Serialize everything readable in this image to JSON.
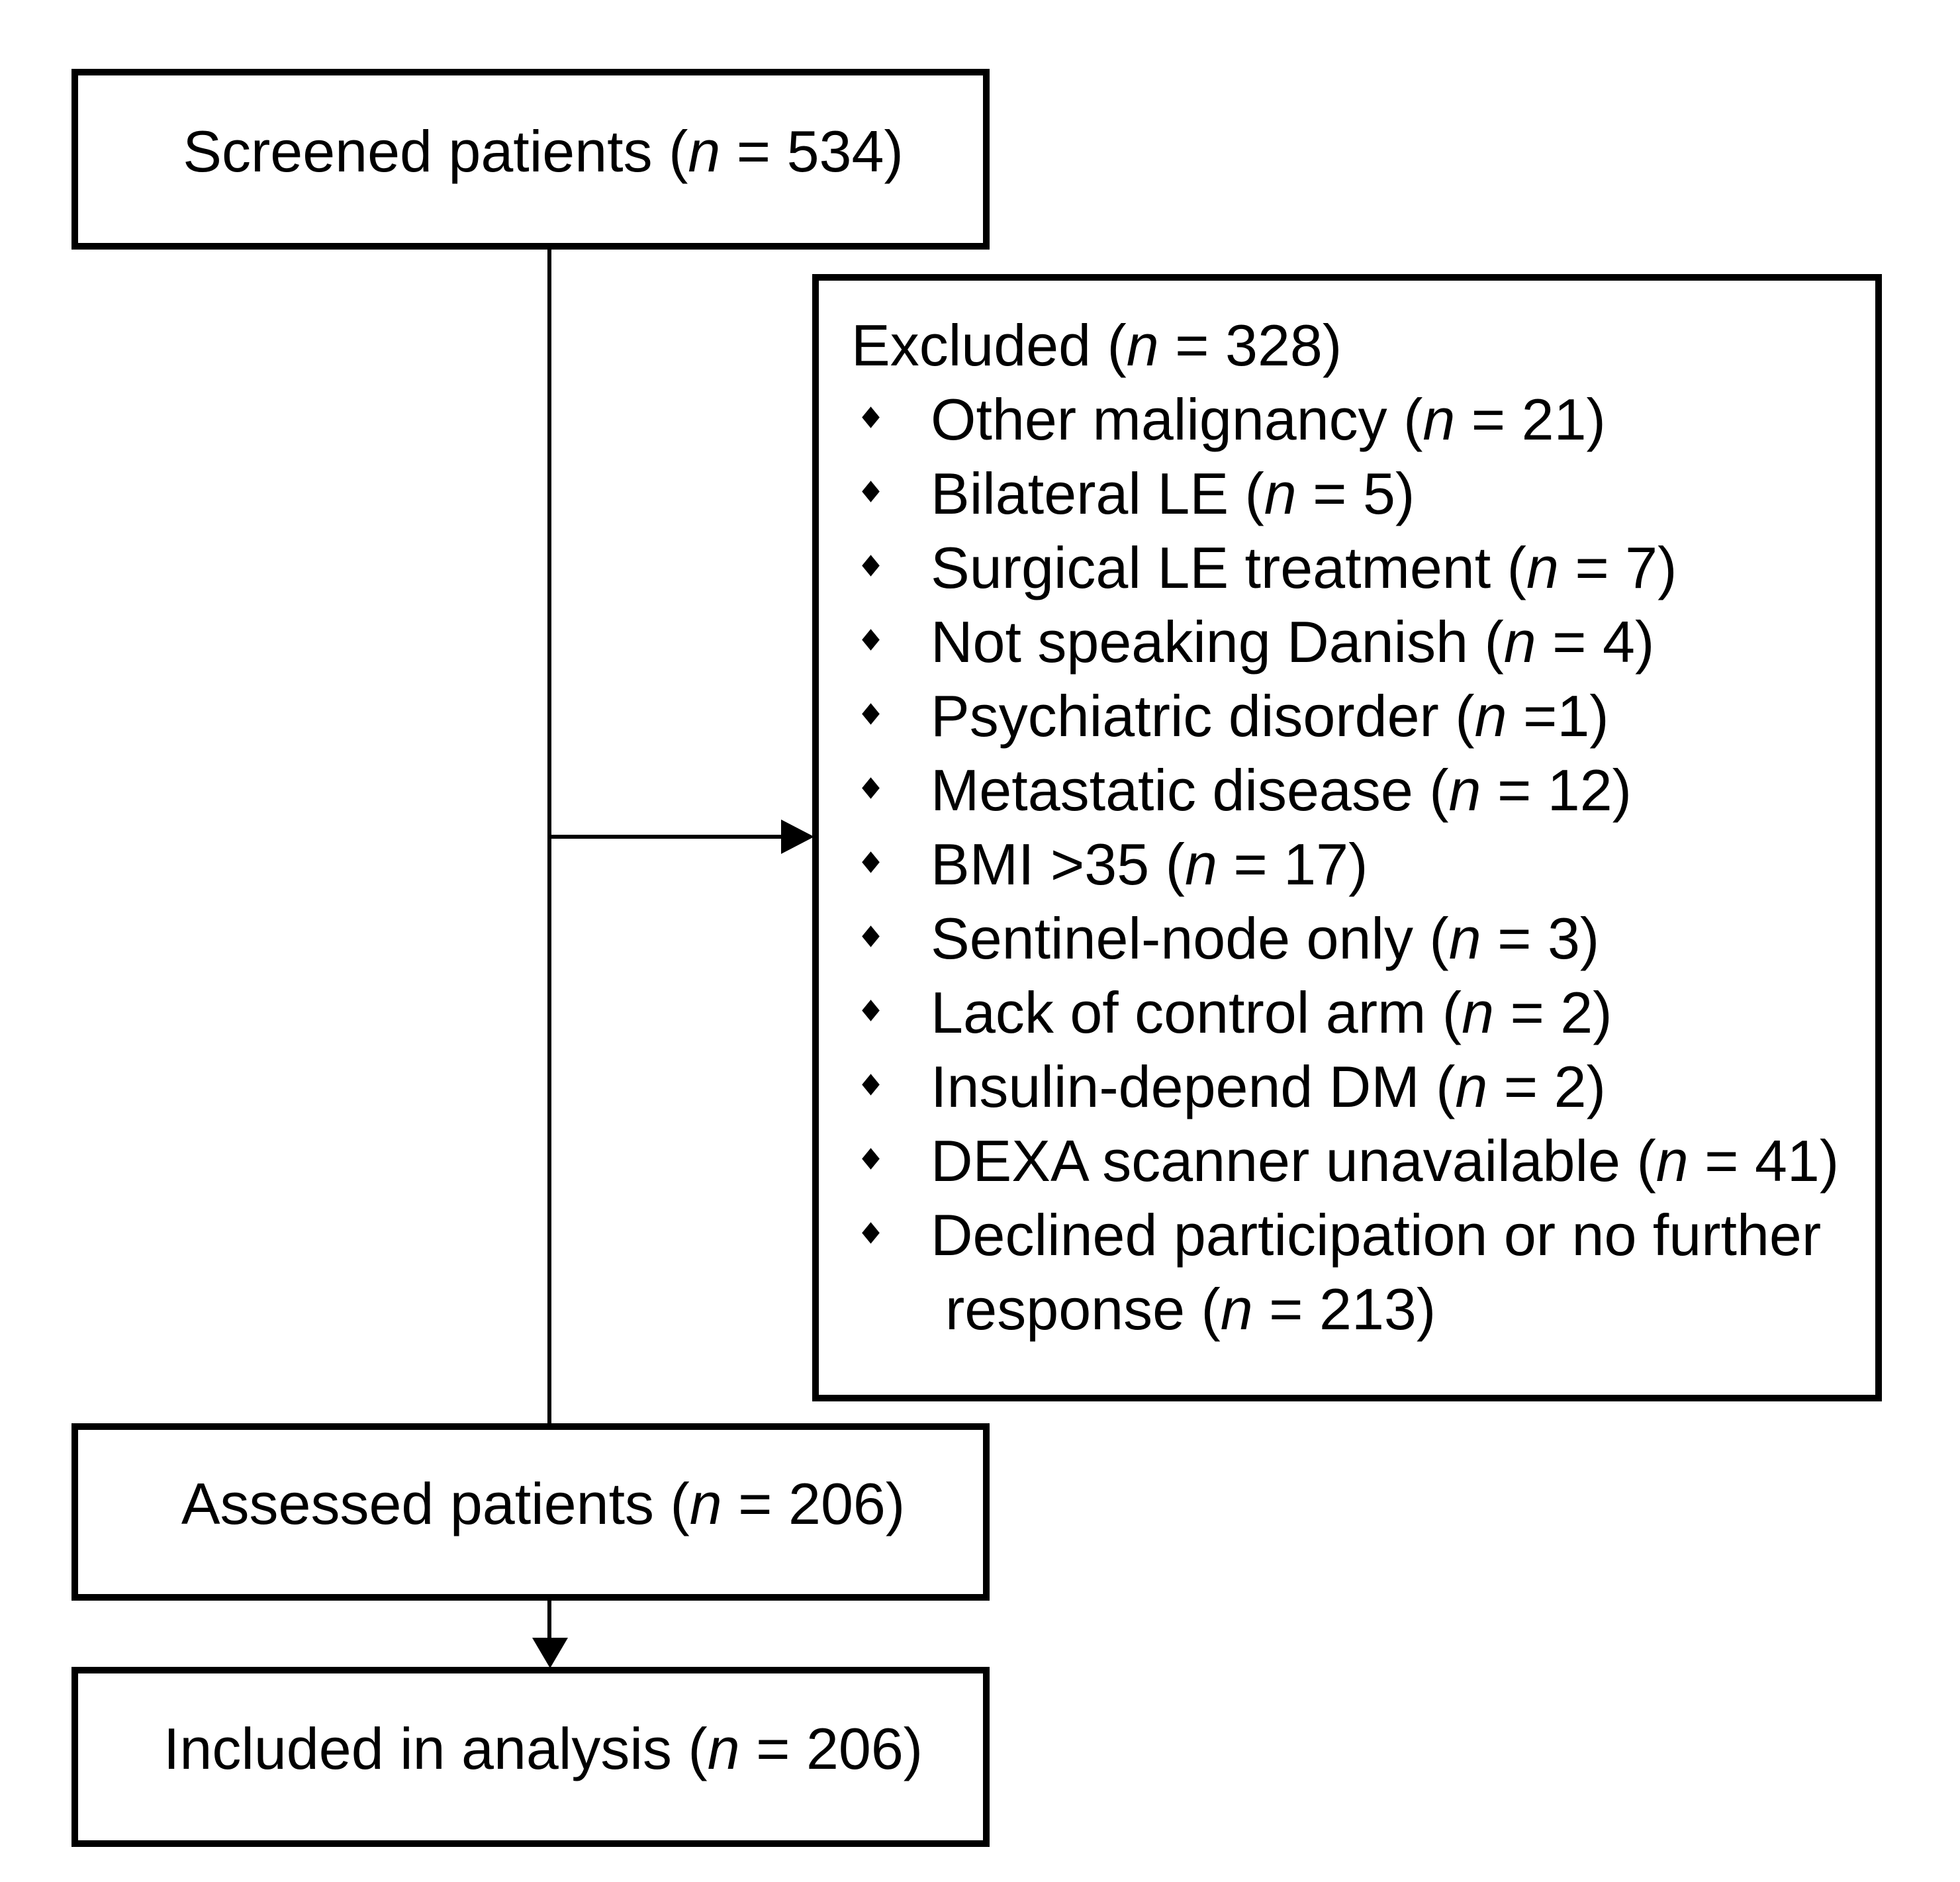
{
  "flow": {
    "screened": {
      "label": "Screened patients (n = 534)"
    },
    "excluded": {
      "header": "Excluded (n = 328)",
      "items": [
        {
          "text": "Other malignancy (n = 21)"
        },
        {
          "text": "Bilateral LE (n = 5)"
        },
        {
          "text": "Surgical LE treatment (n = 7)"
        },
        {
          "text": "Not speaking Danish (n = 4)"
        },
        {
          "text": "Psychiatric disorder (n =1)"
        },
        {
          "text": "Metastatic disease (n = 12)"
        },
        {
          "text": "BMI >35 (n = 17)"
        },
        {
          "text": "Sentinel-node only (n = 3)"
        },
        {
          "text": "Lack of control arm (n = 2)"
        },
        {
          "text": "Insulin-depend DM (n = 2)"
        },
        {
          "text": "DEXA scanner unavailable (n = 41)"
        },
        {
          "text": "Declined participation or no further",
          "text2": "response (n = 213)"
        }
      ]
    },
    "assessed": {
      "label": "Assessed patients (n = 206)"
    },
    "included": {
      "label": "Included in analysis (n = 206)"
    },
    "bullet_icon": "diamond-bullet",
    "colors": {
      "line": "#000000",
      "text": "#000000",
      "background": "#ffffff"
    }
  }
}
